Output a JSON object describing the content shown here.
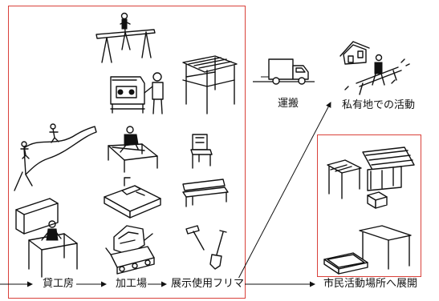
{
  "colors": {
    "frame": "#d9413a",
    "ink": "#111111",
    "background": "#ffffff"
  },
  "labels": {
    "rental_workshop": "貸工房",
    "processing_site": "加工場",
    "exhibition_flea": "展示使用フリマ",
    "transport": "運搬",
    "private_land": "私有地での活動",
    "civic_expansion": "市民活動場所へ展開"
  },
  "icons": [
    "sawhorse-worker-icon",
    "sandblast-cabinet-worker-icon",
    "pergola-frame-icon",
    "skate-ramp-icon",
    "table-worker-icon",
    "chair-icon",
    "bench-icon",
    "workbench-vise-icon",
    "display-case-worker-icon",
    "tracked-machine-icon",
    "hammer-shovel-icon",
    "truck-icon",
    "house-worker-icon",
    "pavilion-icon",
    "crate-icon",
    "shed-roof-icon",
    "tray-icon"
  ]
}
